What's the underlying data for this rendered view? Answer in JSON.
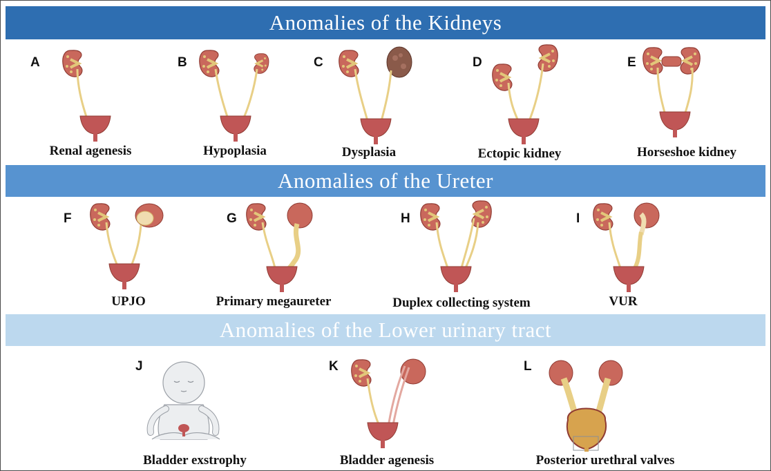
{
  "sections": {
    "kidneys": "Anomalies of the Kidneys",
    "ureter": "Anomalies of the Ureter",
    "lower": "Anomalies of the Lower urinary tract"
  },
  "panels": [
    {
      "letter": "A",
      "caption": "Renal agenesis"
    },
    {
      "letter": "B",
      "caption": "Hypoplasia"
    },
    {
      "letter": "C",
      "caption": "Dysplasia"
    },
    {
      "letter": "D",
      "caption": "Ectopic kidney"
    },
    {
      "letter": "E",
      "caption": "Horseshoe kidney"
    },
    {
      "letter": "F",
      "caption": "UPJO"
    },
    {
      "letter": "G",
      "caption": "Primary megaureter"
    },
    {
      "letter": "H",
      "caption": "Duplex collecting system"
    },
    {
      "letter": "I",
      "caption": "VUR"
    },
    {
      "letter": "J",
      "caption": "Bladder exstrophy"
    },
    {
      "letter": "K",
      "caption": "Bladder agenesis"
    },
    {
      "letter": "L",
      "caption": "Posterior urethral valves"
    }
  ],
  "colors": {
    "kidney": "#c9685c",
    "kidney_outline": "#8f3b33",
    "pelvis": "#e2c77a",
    "ureter": "#e8cf86",
    "bladder": "#c05656",
    "dark_band": "#2e6eb1",
    "mid_band": "#5793d0",
    "light_band": "#bcd8ee"
  }
}
